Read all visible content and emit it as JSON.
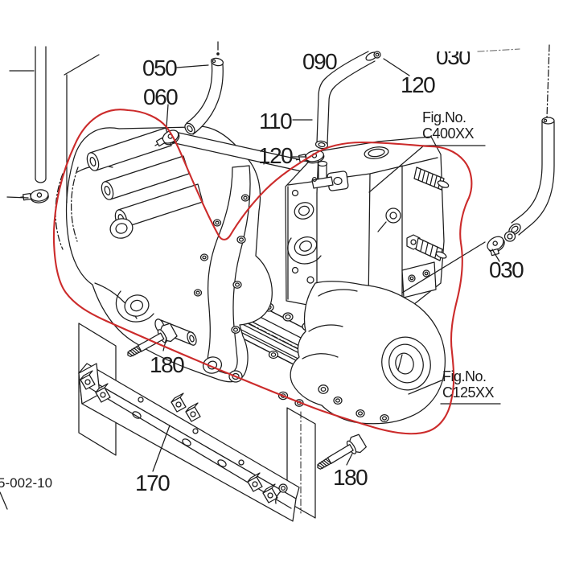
{
  "theme": {
    "bg": "#ffffff",
    "line": "#1c1c1c",
    "red": "#cc2b2b"
  },
  "labels": {
    "part050": "050",
    "part060": "060",
    "part090": "090",
    "part120_top": "120",
    "part030_top": "030",
    "part110": "110",
    "part120_mid": "120",
    "part030_right": "030",
    "part180_left": "180",
    "part180_right": "180",
    "part170": "170",
    "partial0_top": "0",
    "partial0_mid": "0",
    "doc_code": "5-002-10"
  },
  "fig_refs": {
    "c400": {
      "prefix": "Fig.No.",
      "code": "C400XX"
    },
    "c125": {
      "prefix": "Fig.No.",
      "code": "C125XX"
    }
  },
  "drawing": {
    "description": "Kubota-style exploded parts diagram of transmission case assembly with hoses, clamps, mounting bracket and bolts; assembly circled in red",
    "highlighted_assembly": "transmission case outlined in red"
  }
}
